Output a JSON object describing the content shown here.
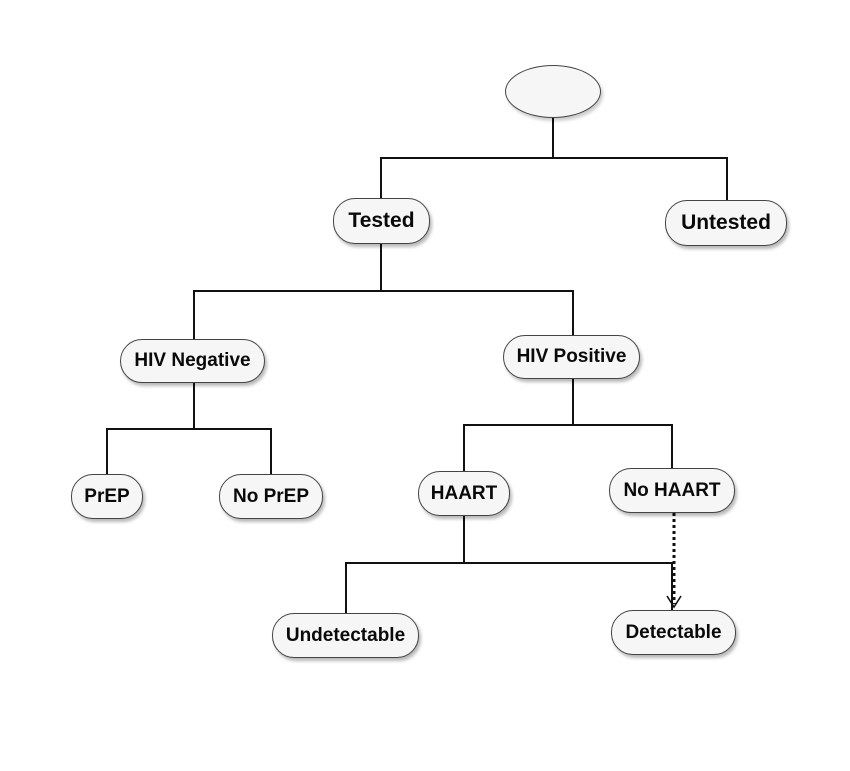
{
  "nodes": {
    "root": "",
    "tested": "Tested",
    "untested": "Untested",
    "hiv_negative": "HIV Negative",
    "hiv_positive": "HIV Positive",
    "prep": "PrEP",
    "no_prep": "No PrEP",
    "haart": "HAART",
    "no_haart": "No HAART",
    "undetectable": "Undetectable",
    "detectable": "Detectable"
  },
  "edges": [
    {
      "from": "root",
      "to": "tested",
      "style": "solid"
    },
    {
      "from": "root",
      "to": "untested",
      "style": "solid"
    },
    {
      "from": "tested",
      "to": "hiv_negative",
      "style": "solid"
    },
    {
      "from": "tested",
      "to": "hiv_positive",
      "style": "solid"
    },
    {
      "from": "hiv_negative",
      "to": "prep",
      "style": "solid"
    },
    {
      "from": "hiv_negative",
      "to": "no_prep",
      "style": "solid"
    },
    {
      "from": "hiv_positive",
      "to": "haart",
      "style": "solid"
    },
    {
      "from": "hiv_positive",
      "to": "no_haart",
      "style": "solid"
    },
    {
      "from": "haart",
      "to": "undetectable",
      "style": "solid"
    },
    {
      "from": "haart",
      "to": "detectable",
      "style": "solid"
    },
    {
      "from": "no_haart",
      "to": "detectable",
      "style": "dotted-arrow"
    }
  ],
  "colors": {
    "node_fill": "#f6f6f6",
    "node_border": "#444444",
    "line": "#111111",
    "text": "#0a0a0a"
  }
}
